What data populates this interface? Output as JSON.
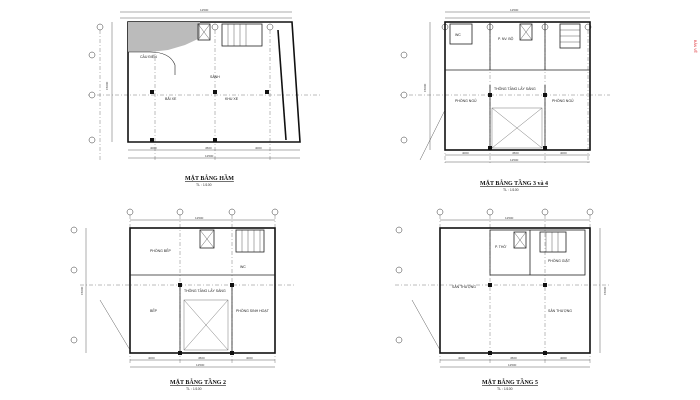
{
  "sheet": {
    "plans": [
      {
        "title": "MẶT BẰNG HẦM",
        "scale": "TL : 1/100",
        "rooms": [
          "CẦU ĐIỆN",
          "BÃI XE",
          "KHU XE",
          "SẢNH"
        ]
      },
      {
        "title": "MẶT BẰNG TẦNG 3 và 4",
        "scale": "TL : 1/100",
        "rooms": [
          "P. NV. BỘ",
          "THÔNG TẦNG LẤY SÁNG",
          "PHÒNG NGỦ",
          "PHÒNG NGỦ",
          "WC"
        ]
      },
      {
        "title": "MẶT BẰNG TẦNG 2",
        "scale": "TL : 1/100",
        "rooms": [
          "PHÒNG BẾP",
          "THÔNG TẦNG LẤY SÁNG",
          "PHÒNG SINH HOẠT",
          "BẾP",
          "WC"
        ]
      },
      {
        "title": "MẶT BẰNG TẦNG 5",
        "scale": "TL : 1/100",
        "rooms": [
          "P. THỜ",
          "PHÒNG GIẶT",
          "SÂN THƯỢNG",
          "SÂN THƯỢNG"
        ]
      }
    ],
    "dims": {
      "overall": "12500",
      "bay_a": "4000",
      "bay_b": "4500",
      "bay_c": "4000",
      "depth": "15000"
    },
    "margin_note": "BẢN VẼ"
  }
}
